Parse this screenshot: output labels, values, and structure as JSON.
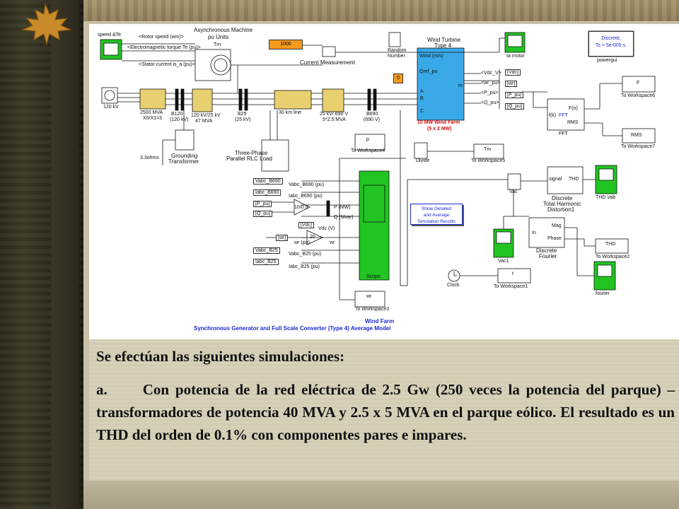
{
  "diagram": {
    "title": "Wind Farm",
    "subtitle": "Synchronous Generator and Full Scale Converter (Type 4) Average Model",
    "labels": {
      "speed_te": "speed &Te",
      "rotor_speed": "<Rotor speed (wm)>",
      "em_torque": "<Electromagnetic torque Te (pu)>",
      "stator_current": "<Stator current is_a (pu)>",
      "async_machine_1": "Asynchronous Machine",
      "async_machine_2": "pu Units",
      "tm": "Tm",
      "const_1000": "1000",
      "current_measurement": "Current Measurement",
      "random_1": "Random",
      "random_2": "Number",
      "wind_turbine_1": "Wind Turbine",
      "wind_turbine_2": "Type 4",
      "ia_motor": "Ia motor",
      "wind_ms": "Wind (m/s)",
      "qref": "Qref_pu",
      "const_0": "0",
      "port_a": "A",
      "port_b": "B",
      "port_c": "C",
      "port_m": "m",
      "wind_farm_1": "10 MW Wind Farm",
      "wind_farm_2": "(5 x 2 MW)",
      "src_kv": "120 kV",
      "mva_2500_1": "2500 MVA",
      "mva_2500_2": "X0/X1=3",
      "b120_1": "B120",
      "b120_2": "(120 kV)",
      "tr_120_1": "120 kV/25 kV",
      "tr_120_2": "47 MVA",
      "b25_1": "B25",
      "b25_2": "(25 kV)",
      "line_30": "30 km line",
      "tr_25_1": "25 kV/ 690 V",
      "tr_25_2": "5*2.5 MVA",
      "b690_1": "B690",
      "b690_2": "(690 V)",
      "ohms": "3.3ohms",
      "grounding_1": "Grounding",
      "grounding_2": "Transformer",
      "rlc_1": "Three-Phase",
      "rlc_2": "Parallel RLC Load",
      "vdc": "<Vdc_V>",
      "wr_pu": "<wr_pu>",
      "p_pu": "<P_pu>",
      "q_pu": "<Q_pu>",
      "vdc_tag": "[Vdc]",
      "wr_tag": "[wr]",
      "p_tag": "[P_pu]",
      "q_tag": "[Q_pu]",
      "discrete_1": "Discrete,",
      "discrete_2": "Ts = 5e-005 s.",
      "powergui": "powergui",
      "f_label": "F",
      "to_ws6": "To Workspace6",
      "rms_label": "RMS",
      "to_ws7": "To Workspace7",
      "fn": "F(n)",
      "fk": "f(k)",
      "fft": "FFT",
      "rms_port": "RMS",
      "fft_label": "FFT",
      "p_ws": "p",
      "to_ws4": "To Workspace4",
      "divide": "Divide",
      "tm_ws": "Tm",
      "to_ws5": "To Workspace5",
      "vac": "Vac",
      "signal": "signal",
      "thd": "THD",
      "thd_1": "Discrete",
      "thd_2": "Total Harmonic",
      "thd_3": "Distortion1",
      "thd_vab": "THD Vab",
      "vabc_b690": "Vabc_B690",
      "iabc_b690": "Iabc_B690",
      "vabc_b690_pu": "Vabc_B690 (pu)",
      "iabc_b690_pu": "Iabc_B690 (pu)",
      "p_pu_tag": "[P_pu]",
      "q_pu_tag": "[Q_pu]",
      "gain_1": "10/0.9",
      "p_mw": "P (MW)",
      "q_mvar": "Q (Mvar)",
      "vdc_tag2": "[Vdc]",
      "vdc_v": "Vdc (V)",
      "wr_tag2": "[wr]",
      "gain_2": "20",
      "wr_pu2": "wr (pu)",
      "wr_sig": "wr",
      "vabc_b25": "Vabc_B25",
      "iabc_b25": "Iabc_B25",
      "vabc_b25_pu": "Vabc_B25 (pu)",
      "iabc_b25_pu": "Iabc_B25 (pu)",
      "scope": "Scope",
      "show_1": "Show Detailed",
      "show_2": "and Average",
      "show_3": "Simulation Results",
      "vac1": "Vac1",
      "in_port": "In",
      "mag": "Mag",
      "phase": "Phase",
      "fourier_1": "Discrete",
      "fourier_2": "Fourier",
      "thd_ws": "THD",
      "to_ws2": "To Workspace2",
      "fourier": "fourier",
      "clock": "Clock",
      "t_ws": "t",
      "to_ws1": "To Workspace1",
      "wr_ws": "wr",
      "to_ws3": "To Workspace3"
    }
  },
  "text": {
    "heading": "Se efectúan las siguientes simulaciones:",
    "item_letter": "a.",
    "item_body": "Con potencia de la red eléctrica de 2.5 Gw (250 veces la potencia del parque) – transformadores de potencia 40 MVA y 2.5 x 5 MVA en el parque eólico. El resultado es un THD del orden de 0.1% con componentes pares e impares."
  },
  "colors": {
    "scope_green": "#22c422",
    "turbine_blue": "#3aa9e8",
    "const_orange": "#f59a1f",
    "transformer_yellow": "#e8d070",
    "title_blue": "#1a2bd0"
  }
}
